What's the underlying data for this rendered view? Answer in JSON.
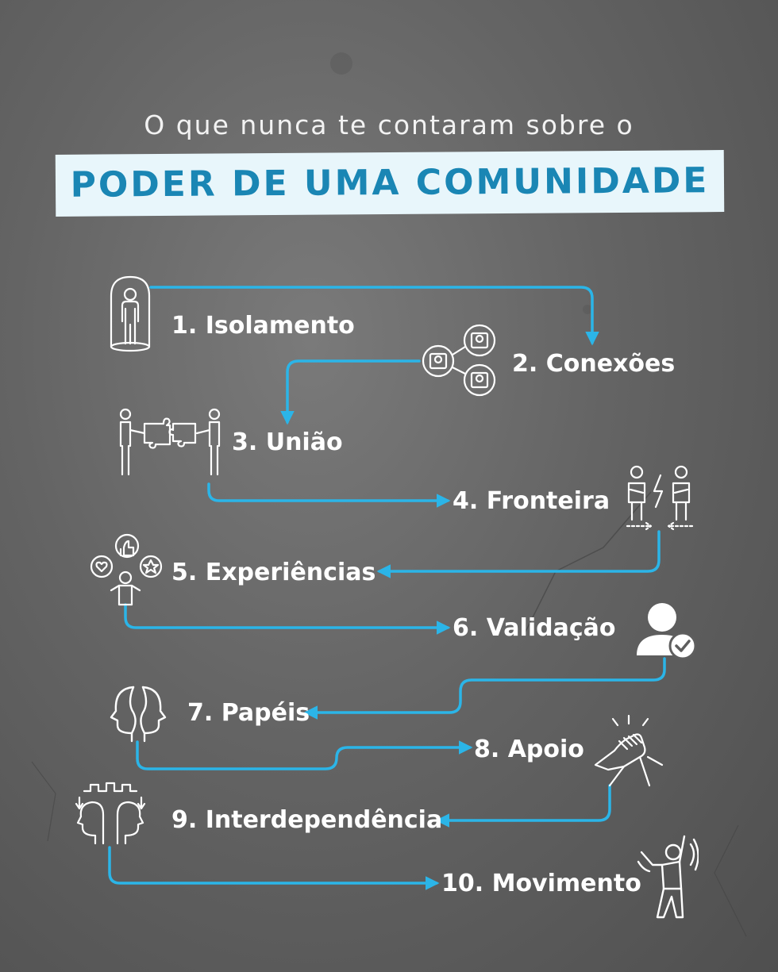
{
  "header": {
    "subtitle": "O que nunca te contaram sobre o",
    "title": "PODER DE UMA COMUNIDADE"
  },
  "colors": {
    "accent": "#2bb5e8",
    "banner_bg": "#e8f6fb",
    "banner_text": "#1a86b4",
    "text": "#ffffff"
  },
  "steps": [
    {
      "label": "1. Isolamento",
      "icon": "person-in-capsule-icon"
    },
    {
      "label": "2. Conexões",
      "icon": "network-connections-icon"
    },
    {
      "label": "3. União",
      "icon": "people-joining-puzzle-icon"
    },
    {
      "label": "4. Fronteira",
      "icon": "two-people-conflict-icon"
    },
    {
      "label": "5. Experiências",
      "icon": "person-with-reactions-icon"
    },
    {
      "label": "6. Validação",
      "icon": "user-check-icon"
    },
    {
      "label": "7. Papéis",
      "icon": "two-heads-icon"
    },
    {
      "label": "8. Apoio",
      "icon": "handshake-grip-icon"
    },
    {
      "label": "9. Interdependência",
      "icon": "heads-puzzle-icon"
    },
    {
      "label": "10. Movimento",
      "icon": "person-celebrating-icon"
    }
  ]
}
